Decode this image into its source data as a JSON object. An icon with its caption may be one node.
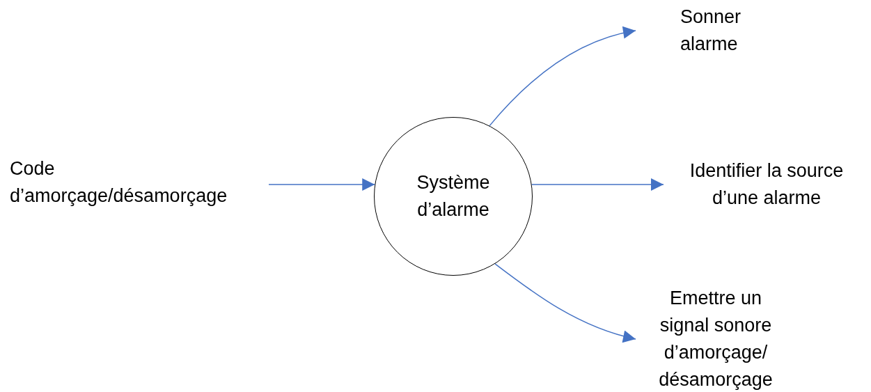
{
  "diagram": {
    "nodes": [
      {
        "text": [
          "Code d’amorçage/désamorçage"
        ]
      },
      {
        "text": [
          "Système d’alarme"
        ]
      },
      {
        "text": [
          "Sonner alarme"
        ]
      },
      {
        "text": [
          "Identifier la source d’une alarme"
        ]
      },
      {
        "text": [
          "Emettre un signal sonore d’amorçage/ désamorçage"
        ]
      }
    ],
    "edges": [
      {
        "from": 0,
        "to": 1,
        "arrow": "to"
      },
      {
        "from": 1,
        "to": 2,
        "arrow": "to"
      },
      {
        "from": 1,
        "to": 3,
        "arrow": "to"
      },
      {
        "from": 1,
        "to": 4,
        "arrow": "to"
      }
    ]
  }
}
